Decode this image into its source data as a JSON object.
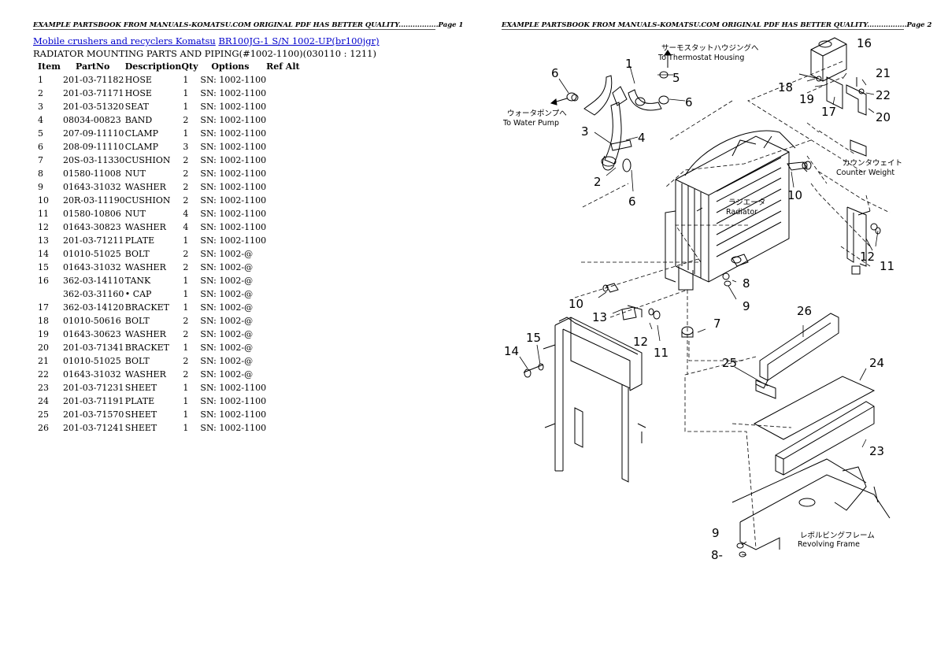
{
  "headers": {
    "left": "EXAMPLE PARTSBOOK FROM MANUALS-KOMATSU.COM ORIGINAL PDF HAS BETTER QUALITY.................Page 1",
    "right": "EXAMPLE PARTSBOOK FROM MANUALS-KOMATSU.COM ORIGINAL PDF HAS BETTER QUALITY.................Page 2"
  },
  "breadcrumb": {
    "link1": "Mobile crushers and recyclers Komatsu",
    "link2": "BR100JG-1 S/N 1002-UP(br100jgr)"
  },
  "subtitle": "RADIATOR MOUNTING PARTS AND PIPING(#1002-1100)(030110 : 1211)",
  "table": {
    "headers": [
      "Item",
      "PartNo",
      "Description",
      "Qty",
      "Options",
      "Ref Alt"
    ],
    "rows": [
      {
        "item": "1",
        "part": "201-03-71182",
        "desc": "HOSE",
        "qty": "1",
        "opt": "SN: 1002-1100"
      },
      {
        "item": "2",
        "part": "201-03-71171",
        "desc": "HOSE",
        "qty": "1",
        "opt": "SN: 1002-1100"
      },
      {
        "item": "3",
        "part": "201-03-51320",
        "desc": "SEAT",
        "qty": "1",
        "opt": "SN: 1002-1100"
      },
      {
        "item": "4",
        "part": "08034-00823",
        "desc": "BAND",
        "qty": "2",
        "opt": "SN: 1002-1100"
      },
      {
        "item": "5",
        "part": "207-09-11110",
        "desc": "CLAMP",
        "qty": "1",
        "opt": "SN: 1002-1100"
      },
      {
        "item": "6",
        "part": "208-09-11110",
        "desc": "CLAMP",
        "qty": "3",
        "opt": "SN: 1002-1100"
      },
      {
        "item": "7",
        "part": "20S-03-11330",
        "desc": "CUSHION",
        "qty": "2",
        "opt": "SN: 1002-1100"
      },
      {
        "item": "8",
        "part": "01580-11008",
        "desc": "NUT",
        "qty": "2",
        "opt": "SN: 1002-1100"
      },
      {
        "item": "9",
        "part": "01643-31032",
        "desc": "WASHER",
        "qty": "2",
        "opt": "SN: 1002-1100"
      },
      {
        "item": "10",
        "part": "20R-03-11190",
        "desc": "CUSHION",
        "qty": "2",
        "opt": "SN: 1002-1100"
      },
      {
        "item": "11",
        "part": "01580-10806",
        "desc": "NUT",
        "qty": "4",
        "opt": "SN: 1002-1100"
      },
      {
        "item": "12",
        "part": "01643-30823",
        "desc": "WASHER",
        "qty": "4",
        "opt": "SN: 1002-1100"
      },
      {
        "item": "13",
        "part": "201-03-71211",
        "desc": "PLATE",
        "qty": "1",
        "opt": "SN: 1002-1100"
      },
      {
        "item": "14",
        "part": "01010-51025",
        "desc": "BOLT",
        "qty": "2",
        "opt": "SN: 1002-@"
      },
      {
        "item": "15",
        "part": "01643-31032",
        "desc": "WASHER",
        "qty": "2",
        "opt": "SN: 1002-@"
      },
      {
        "item": "16",
        "part": "362-03-14110",
        "desc": "TANK",
        "qty": "1",
        "opt": "SN: 1002-@"
      },
      {
        "item": "",
        "part": "362-03-31160",
        "desc": "• CAP",
        "qty": "1",
        "opt": "SN: 1002-@"
      },
      {
        "item": "17",
        "part": "362-03-14120",
        "desc": "BRACKET",
        "qty": "1",
        "opt": "SN: 1002-@"
      },
      {
        "item": "18",
        "part": "01010-50616",
        "desc": "BOLT",
        "qty": "2",
        "opt": "SN: 1002-@"
      },
      {
        "item": "19",
        "part": "01643-30623",
        "desc": "WASHER",
        "qty": "2",
        "opt": "SN: 1002-@"
      },
      {
        "item": "20",
        "part": "201-03-71341",
        "desc": "BRACKET",
        "qty": "1",
        "opt": "SN: 1002-@"
      },
      {
        "item": "21",
        "part": "01010-51025",
        "desc": "BOLT",
        "qty": "2",
        "opt": "SN: 1002-@"
      },
      {
        "item": "22",
        "part": "01643-31032",
        "desc": "WASHER",
        "qty": "2",
        "opt": "SN: 1002-@"
      },
      {
        "item": "23",
        "part": "201-03-71231",
        "desc": "SHEET",
        "qty": "1",
        "opt": "SN: 1002-1100"
      },
      {
        "item": "24",
        "part": "201-03-71191",
        "desc": "PLATE",
        "qty": "1",
        "opt": "SN: 1002-1100"
      },
      {
        "item": "25",
        "part": "201-03-71570",
        "desc": "SHEET",
        "qty": "1",
        "opt": "SN: 1002-1100"
      },
      {
        "item": "26",
        "part": "201-03-71241",
        "desc": "SHEET",
        "qty": "1",
        "opt": "SN: 1002-1100"
      }
    ]
  },
  "diagram": {
    "labels": {
      "thermostat_jp": "サーモスタットハウジングへ",
      "thermostat_en": "To Thermostat Housing",
      "water_pump_jp": "ウォータポンプへ",
      "water_pump_en": "To Water Pump",
      "counterweight_jp": "カウンタウェイト",
      "counterweight_en": "Counter Weight",
      "radiator_jp": "ラジエータ",
      "radiator_en": "Radiator",
      "revolving_jp": "レボルビングフレーム",
      "revolving_en": "Revolving Frame"
    },
    "callouts": {
      "n1": "1",
      "n2": "2",
      "n3": "3",
      "n4": "4",
      "n5": "5",
      "n6a": "6",
      "n6b": "6",
      "n6c": "6",
      "n7": "7",
      "n8a": "8",
      "n8b": "8-",
      "n9a": "9",
      "n9b": "9",
      "n10a": "10",
      "n10b": "10",
      "n11a": "11",
      "n11b": "11",
      "n12a": "12",
      "n12b": "12",
      "n13": "13",
      "n14": "14",
      "n15": "15",
      "n16": "16",
      "n17": "17",
      "n18": "18",
      "n19": "19",
      "n20": "20",
      "n21": "21",
      "n22": "22",
      "n23": "23",
      "n24": "24",
      "n25": "25",
      "n26": "26"
    }
  }
}
